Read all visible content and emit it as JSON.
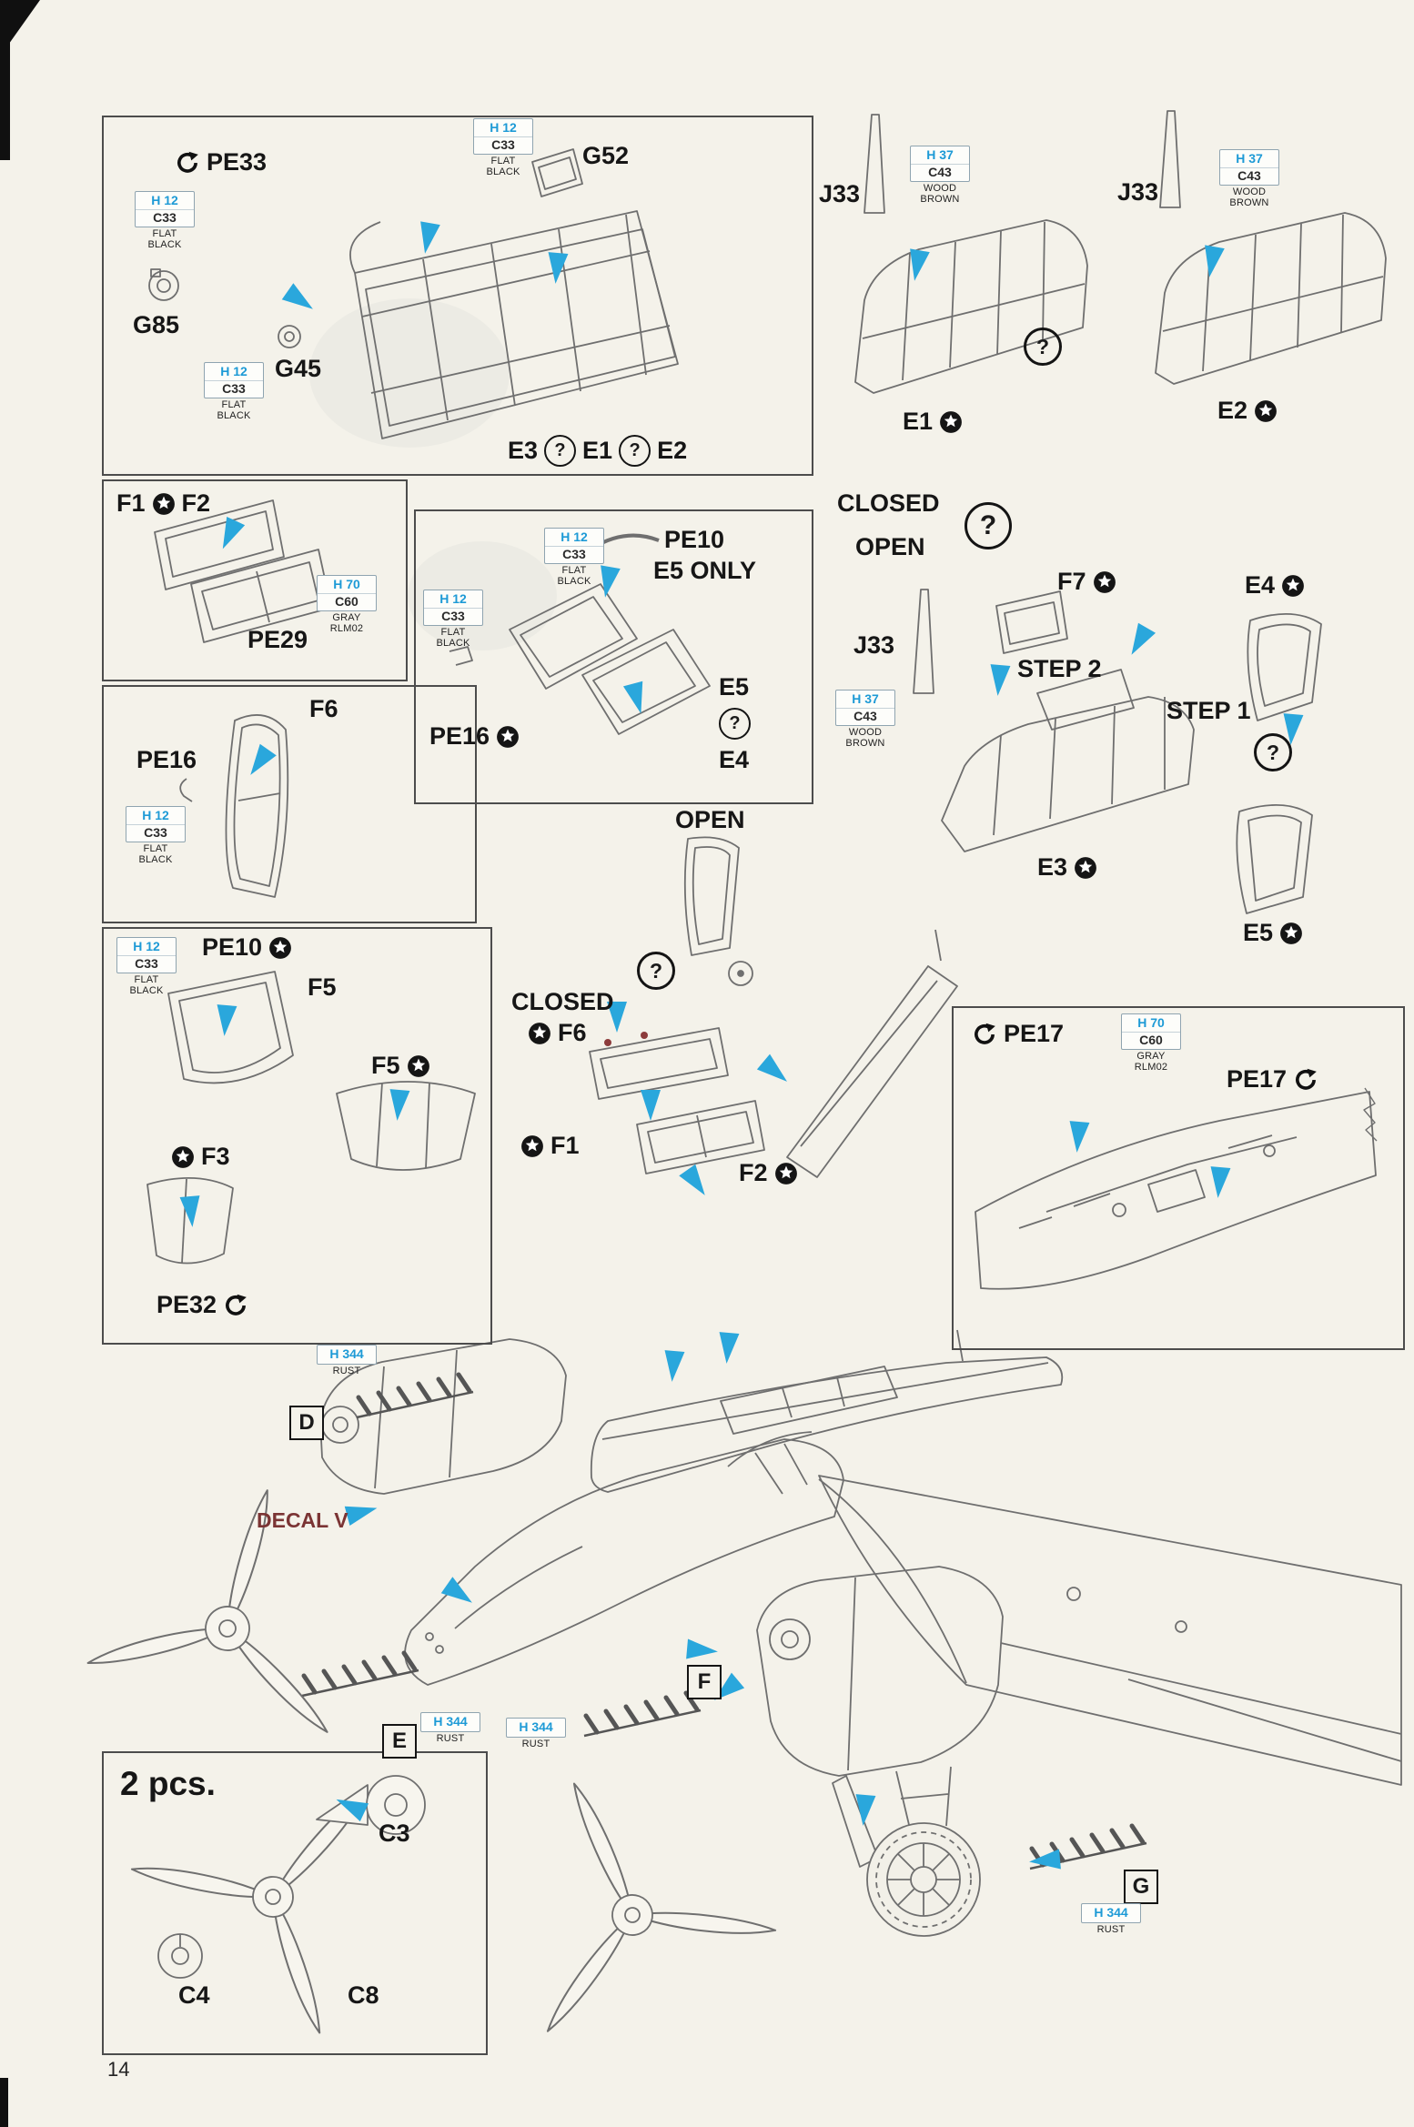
{
  "page": {
    "number": "14",
    "q": "?"
  },
  "paints": {
    "flat_black": {
      "code1": "H 12",
      "code2": "C33",
      "name": "FLAT BLACK"
    },
    "gray_rlm02": {
      "code1": "H 70",
      "code2": "C60",
      "name": "GRAY RLM02"
    },
    "wood_brown": {
      "code1": "H 37",
      "code2": "C43",
      "name": "WOOD BROWN"
    },
    "rust": {
      "code1": "H 344",
      "name": "RUST"
    }
  },
  "sections": {
    "rear_canopy": {
      "pe33": "PE33",
      "g52": "G52",
      "g85": "G85",
      "g45": "G45",
      "e3": "E3",
      "e1": "E1",
      "e2": "E2"
    },
    "side_windows": {
      "f1": "F1",
      "f2": "F2",
      "pe29": "PE29"
    },
    "f6_frame": {
      "f6": "F6",
      "pe16": "PE16"
    },
    "e5_only": {
      "pe10": "PE10",
      "note": "E5 ONLY",
      "pe16": "PE16",
      "e5": "E5",
      "e4": "E4"
    },
    "f5_f3": {
      "pe10": "PE10",
      "f5_top": "F5",
      "f5_star": "F5",
      "f3": "F3",
      "pe32": "PE32"
    },
    "cockpit_pe17": {
      "pe17_left": "PE17",
      "pe17_right": "PE17"
    },
    "props_box": {
      "qty": "2 pcs.",
      "c3": "C3",
      "c4": "C4",
      "c8": "C8"
    },
    "canopies_top": {
      "j33_left": "J33",
      "j33_right": "J33",
      "e1": "E1",
      "e2": "E2"
    },
    "canopy_open": {
      "closed": "CLOSED",
      "open": "OPEN",
      "f7": "F7",
      "e4": "E4",
      "j33": "J33",
      "step2": "STEP 2",
      "step1": "STEP 1",
      "e3": "E3",
      "e5": "E5"
    },
    "windshield": {
      "open": "OPEN",
      "closed": "CLOSED",
      "f6": "F6",
      "f1": "F1",
      "f2": "F2"
    },
    "airframe": {
      "decal": "DECAL V",
      "d": "D",
      "e": "E",
      "f": "F",
      "g": "G"
    }
  }
}
